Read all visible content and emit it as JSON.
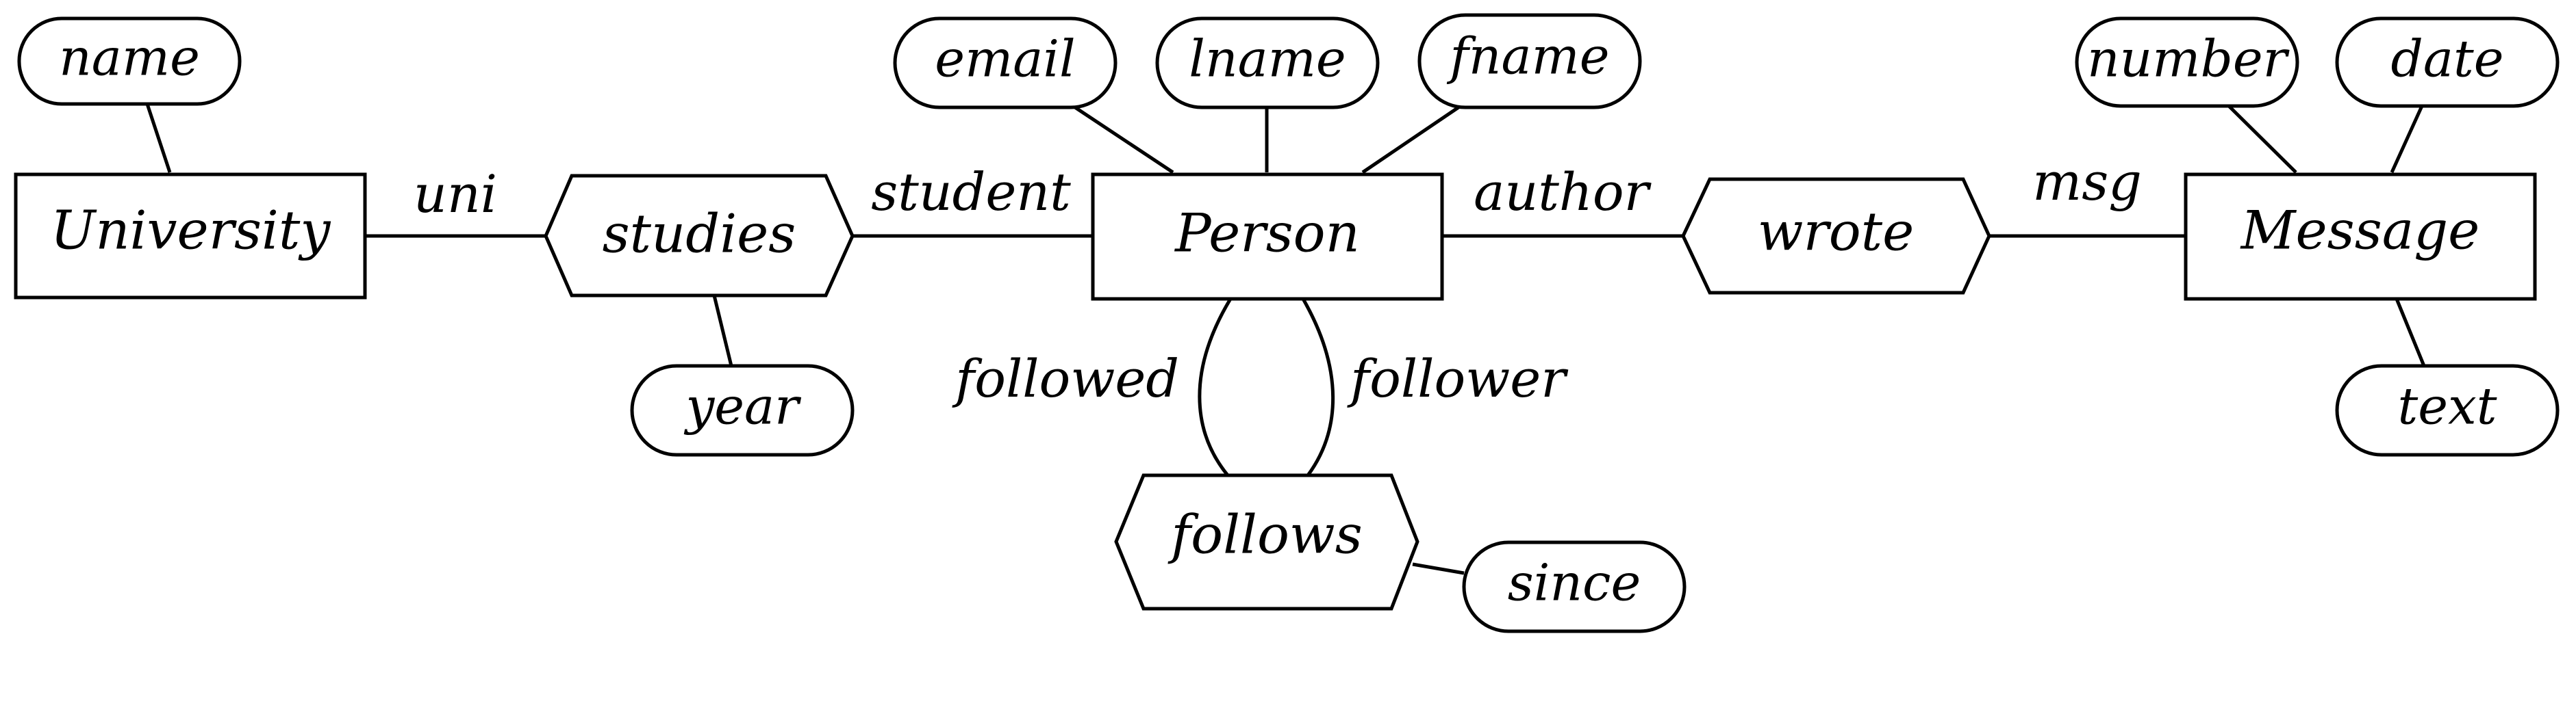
{
  "entities": {
    "university": "University",
    "person": "Person",
    "message": "Message"
  },
  "relationships": {
    "studies": "studies",
    "wrote": "wrote",
    "follows": "follows"
  },
  "attributes": {
    "university_name": "name",
    "person_email": "email",
    "person_lname": "lname",
    "person_fname": "fname",
    "studies_year": "year",
    "message_number": "number",
    "message_date": "date",
    "message_text": "text",
    "follows_since": "since"
  },
  "roles": {
    "uni": "uni",
    "student": "student",
    "author": "author",
    "msg": "msg",
    "followed": "followed",
    "follower": "follower"
  }
}
